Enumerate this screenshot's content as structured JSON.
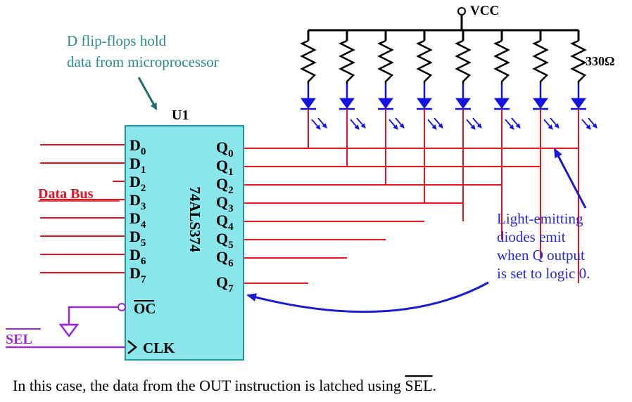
{
  "annotations": {
    "flipflop_note": [
      "D flip-flops hold",
      "data from microprocessor"
    ],
    "led_note": [
      "Light-emitting",
      "diodes emit",
      "when Q output",
      "is set to logic 0."
    ]
  },
  "power": {
    "vcc_label": "VCC",
    "resistor_value": "330Ω"
  },
  "chip": {
    "ref": "U1",
    "part": "74ALS374",
    "d_pins": [
      {
        "base": "D",
        "sub": "0"
      },
      {
        "base": "D",
        "sub": "1"
      },
      {
        "base": "D",
        "sub": "2"
      },
      {
        "base": "D",
        "sub": "3"
      },
      {
        "base": "D",
        "sub": "4"
      },
      {
        "base": "D",
        "sub": "5"
      },
      {
        "base": "D",
        "sub": "6"
      },
      {
        "base": "D",
        "sub": "7"
      }
    ],
    "q_pins": [
      {
        "base": "Q",
        "sub": "0"
      },
      {
        "base": "Q",
        "sub": "1"
      },
      {
        "base": "Q",
        "sub": "2"
      },
      {
        "base": "Q",
        "sub": "3"
      },
      {
        "base": "Q",
        "sub": "4"
      },
      {
        "base": "Q",
        "sub": "5"
      },
      {
        "base": "Q",
        "sub": "6"
      },
      {
        "base": "Q",
        "sub": "7"
      }
    ],
    "oc_label": "OC",
    "clk_label": "CLK"
  },
  "signals": {
    "data_bus": "Data Bus",
    "sel": "SEL"
  },
  "caption": {
    "before": "In this case, the data from the OUT instruction is latched using ",
    "overline": "SEL",
    "after": "."
  },
  "colors": {
    "wire_red": "#e8111f",
    "wire_black": "#000000",
    "chip_fill": "#8ae6ea",
    "led_blue": "#1414e0",
    "note_teal": "#2a8a8e",
    "note_blue": "#2a2ad8",
    "sel_purple": "#9a2ad8"
  }
}
